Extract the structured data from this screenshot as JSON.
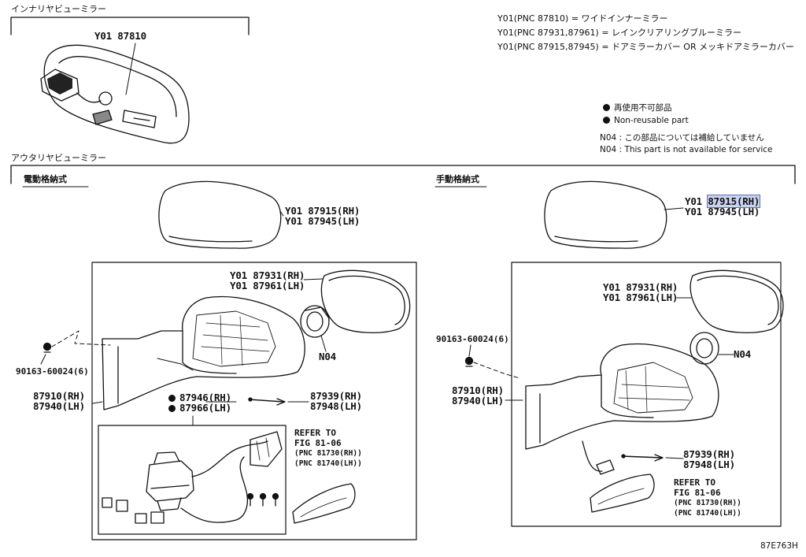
{
  "sections": {
    "inner_mirror": "インナリヤビューミラー",
    "outer_mirror": "アウタリヤビューミラー",
    "power_fold": "電動格納式",
    "manual_fold": "手動格納式"
  },
  "notes": [
    "Y01(PNC 87810) = ワイドインナーミラー",
    "Y01(PNC 87931,87961) = レインクリアリングブルーミラー",
    "Y01(PNC 87915,87945) = ドアミラーカバー OR メッキドアミラーカバー"
  ],
  "legend": {
    "nonreusable_jp": "再使用不可部品",
    "nonreusable_en": "Non-reusable part",
    "n04_code": "N04 :",
    "n04_jp": "この部品については補給していません",
    "n04_en": "This part is not available for service"
  },
  "labels": {
    "inner_mirror": "Y01 87810",
    "cover_left_rh": "Y01 87915(RH)",
    "cover_left_lh": "Y01 87945(LH)",
    "cover_right_prefix": "Y01",
    "cover_right_rh": "87915(RH)",
    "cover_right_lh": "Y01 87945(LH)",
    "glass_left_rh": "Y01 87931(RH)",
    "glass_left_lh": "Y01 87961(LH)",
    "glass_right_rh": "Y01 87931(RH)",
    "glass_right_lh": "Y01 87961(LH)",
    "n04_left": "N04",
    "n04_right": "N04",
    "screw_left": "90163-60024(6)",
    "screw_right": "90163-60024(6)",
    "assy_left_rh": "87910(RH)",
    "assy_left_lh": "87940(LH)",
    "assy_right_rh": "87910(RH)",
    "assy_right_lh": "87940(LH)",
    "motor_rh": "87946(RH)",
    "motor_lh": "87966(LH)",
    "lamp_left_rh": "87939(RH)",
    "lamp_left_lh": "87948(LH)",
    "lamp_right_rh": "87939(RH)",
    "lamp_right_lh": "87948(LH)",
    "refer_left_1": "REFER TO",
    "refer_left_2": "FIG 81-06",
    "refer_left_3": "(PNC 81730(RH))",
    "refer_left_4": "(PNC 81740(LH))",
    "refer_right_1": "REFER TO",
    "refer_right_2": "FIG 81-06",
    "refer_right_3": "(PNC 81730(RH))",
    "refer_right_4": "(PNC 81740(LH))",
    "diagram_code": "87E763H"
  }
}
